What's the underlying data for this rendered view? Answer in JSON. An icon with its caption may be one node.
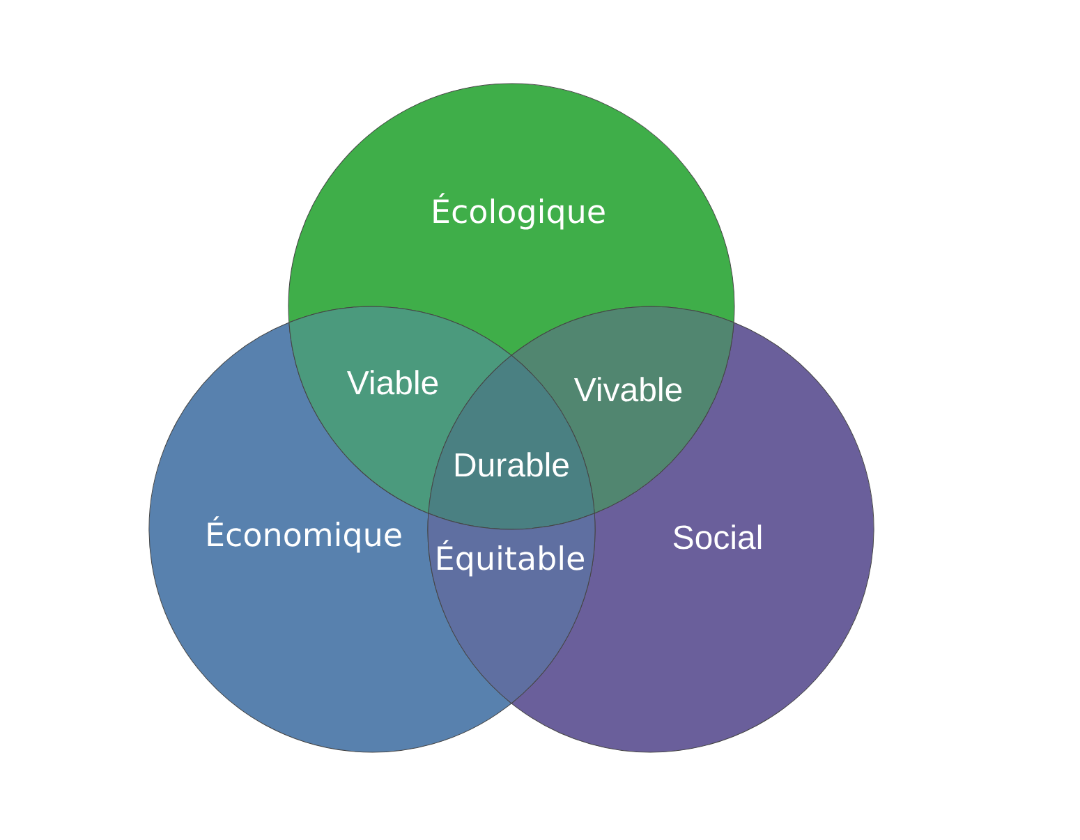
{
  "diagram": {
    "nodes": [
      {
        "text": [
          "Écologique"
        ]
      },
      {
        "text": [
          "Économique"
        ]
      },
      {
        "text": [
          "Social"
        ]
      }
    ],
    "labels": [
      "Viable",
      "Vivable",
      "Durable",
      "Équitable"
    ]
  }
}
